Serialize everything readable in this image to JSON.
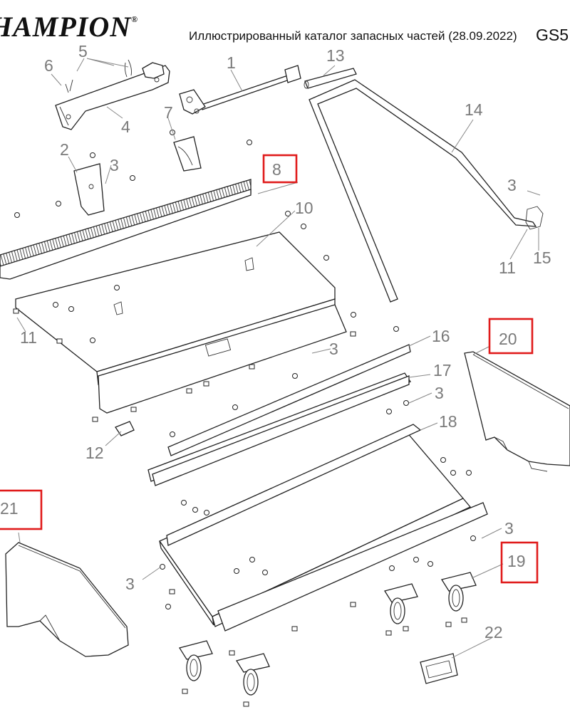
{
  "header": {
    "brand": "HAMPION",
    "brand_mark": "®",
    "title": "Иллюстрированный каталог запасных частей (28.09.2022)",
    "model": "GS5"
  },
  "callouts": {
    "p1": "1",
    "p2": "2",
    "p3a": "3",
    "p3b": "3",
    "p3c": "3",
    "p3d": "3",
    "p3e": "3",
    "p3f": "3",
    "p4": "4",
    "p5": "5",
    "p6": "6",
    "p7": "7",
    "p8": "8",
    "p10": "10",
    "p11a": "11",
    "p11b": "11",
    "p12": "12",
    "p13": "13",
    "p14": "14",
    "p15": "15",
    "p16": "16",
    "p17": "17",
    "p18": "18",
    "p19": "19",
    "p20": "20",
    "p21": "21",
    "p22": "22"
  },
  "highlighted_parts": [
    "8",
    "19",
    "20",
    "21"
  ],
  "colors": {
    "highlight": "#e01b1b",
    "callout_text": "#7a7a7a",
    "line": "#222222"
  }
}
